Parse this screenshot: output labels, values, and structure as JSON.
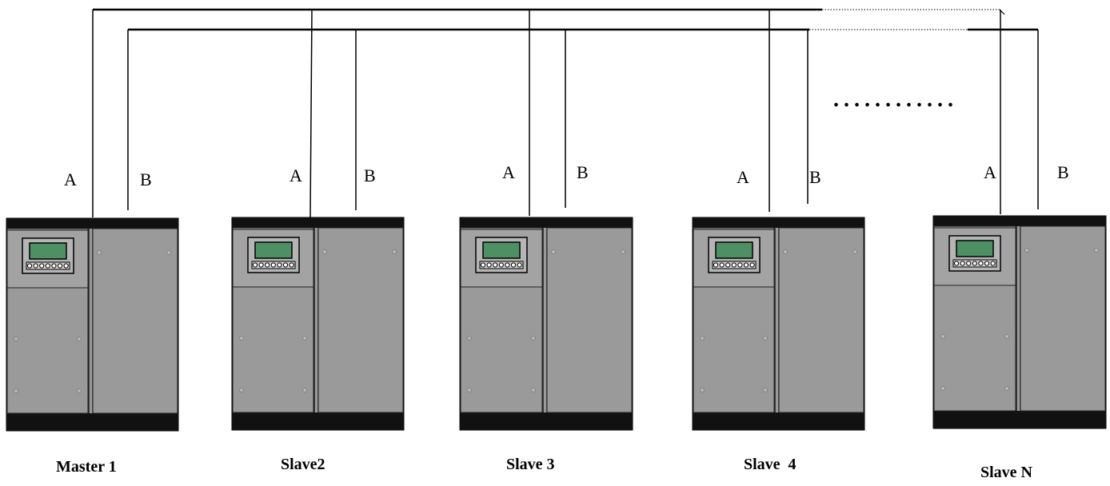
{
  "diagram": {
    "bus_continuation": "............",
    "units": [
      {
        "name": "Master 1",
        "wire_a": "A",
        "wire_b": "B"
      },
      {
        "name": "Slave2",
        "wire_a": "A",
        "wire_b": "B"
      },
      {
        "name": "Slave 3",
        "wire_a": "A",
        "wire_b": "B"
      },
      {
        "name": "Slave  4",
        "wire_a": "A",
        "wire_b": "B"
      },
      {
        "name": "Slave N",
        "wire_a": "A",
        "wire_b": "B"
      }
    ],
    "colors": {
      "cabinet_body": "#9a9a9a",
      "cabinet_band": "#111111",
      "screen": "#4e8f63",
      "controller_panel": "#a3a3a3",
      "wire": "#000000"
    }
  }
}
